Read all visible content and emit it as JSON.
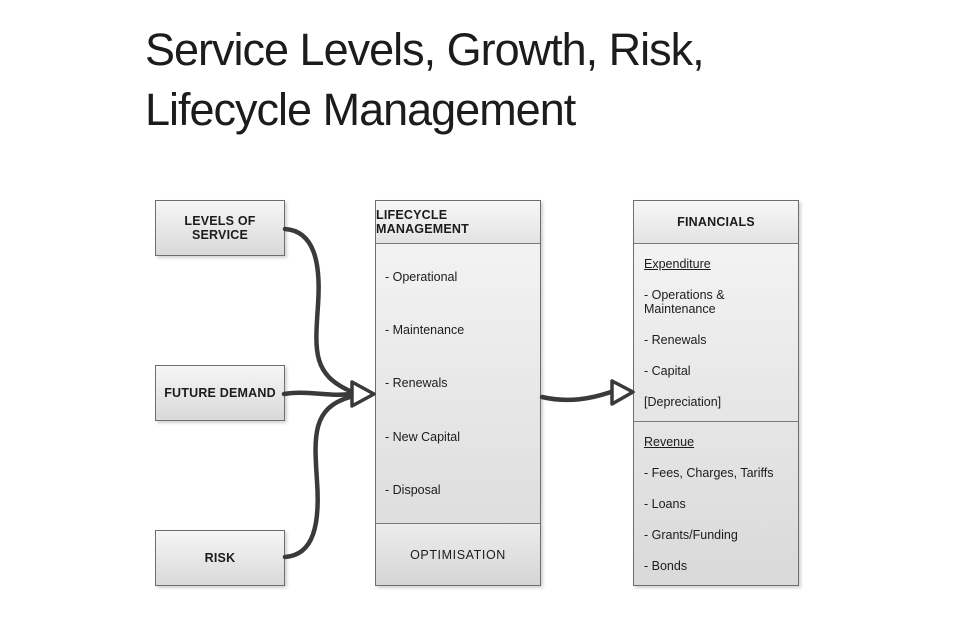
{
  "title": {
    "line1": "Service Levels, Growth, Risk,",
    "line2": "Lifecycle Management"
  },
  "left_boxes": [
    {
      "label": "LEVELS OF SERVICE"
    },
    {
      "label": "FUTURE DEMAND"
    },
    {
      "label": "RISK"
    }
  ],
  "lifecycle_box": {
    "header": "LIFECYCLE MANAGEMENT",
    "items": [
      "- Operational",
      "- Maintenance",
      "- Renewals",
      "- New Capital",
      "- Disposal"
    ],
    "footer": "OPTIMISATION"
  },
  "financials_box": {
    "header": "FINANCIALS",
    "sections": [
      {
        "heading": "Expenditure",
        "items": [
          "- Operations & Maintenance",
          "- Renewals",
          "- Capital",
          "[Depreciation]"
        ]
      },
      {
        "heading": "Revenue",
        "items": [
          "- Fees, Charges, Tariffs",
          "- Loans",
          "- Grants/Funding",
          "- Bonds"
        ]
      }
    ]
  },
  "colors": {
    "background": "#ffffff",
    "box_fill_top": "#f6f6f6",
    "box_fill_bottom": "#d9d9d9",
    "box_border": "#6e6e6e",
    "arrow": "#3a3a3a",
    "text": "#1c1c1c"
  }
}
